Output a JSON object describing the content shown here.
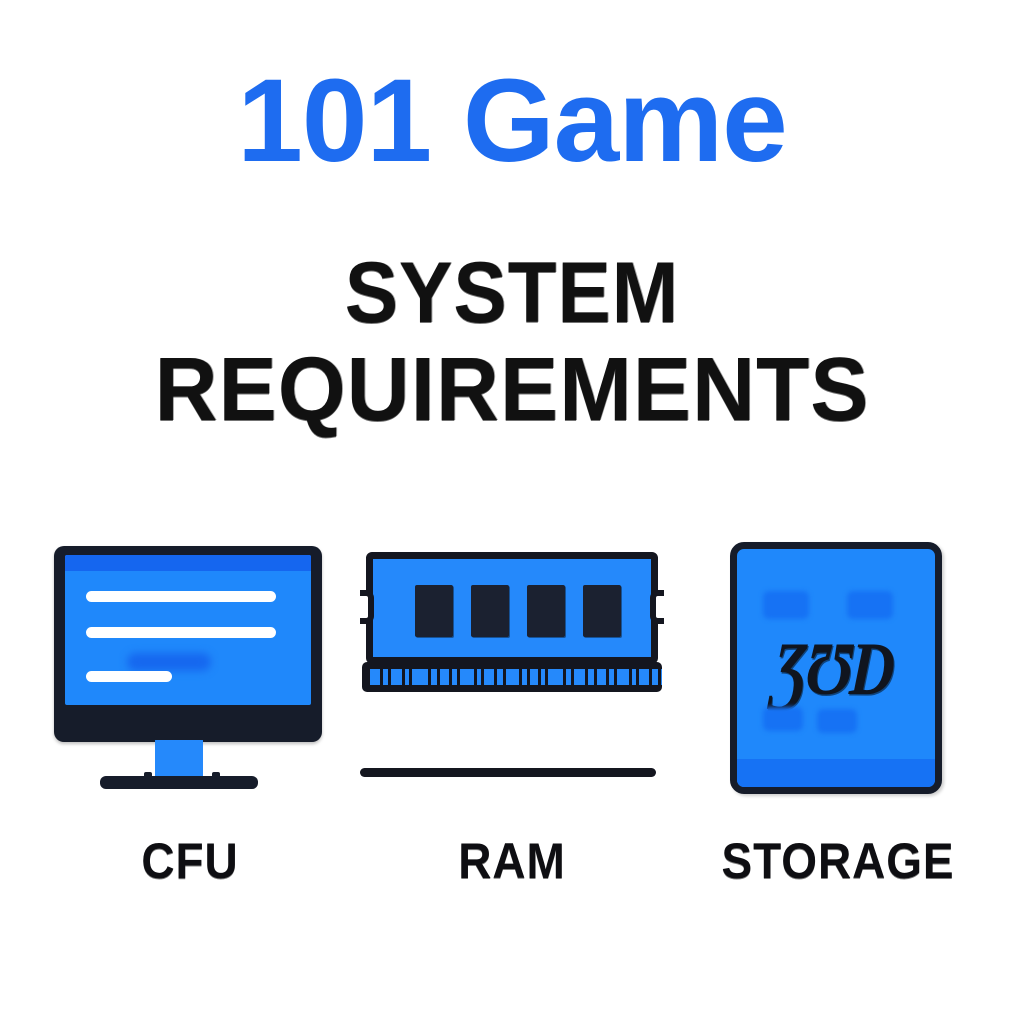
{
  "background_color": "#ffffff",
  "header": {
    "brand_title": "101 Game",
    "brand_color": "#1e6cf0",
    "subtitle_line_1": "SYSTEM",
    "subtitle_line_2": "REQUIREMENTS",
    "subtitle_color": "#111111"
  },
  "palette": {
    "accent_blue": "#1e6cf0",
    "icon_blue": "#1f88fb",
    "icon_blue_dark": "#1566ef",
    "outline_navy": "#161c2a",
    "chip_navy": "#1b2130",
    "white": "#ffffff"
  },
  "spec_icons": [
    {
      "id": "cpu",
      "label": "CFU",
      "icon_name": "monitor-icon",
      "screen_color": "#1f88fb",
      "bezel_color": "#161c2a",
      "screen_bar_count": 3
    },
    {
      "id": "ram",
      "label": "RAM",
      "icon_name": "ram-stick-icon",
      "body_color": "#2589fb",
      "outline_color": "#14161f",
      "chip_count": 4
    },
    {
      "id": "storage",
      "label": "STORAGE",
      "icon_name": "ssd-drive-icon",
      "body_color": "#1f88fb",
      "outline_color": "#161c2a",
      "face_text": "ƷƱD",
      "pad_count": 4
    }
  ]
}
